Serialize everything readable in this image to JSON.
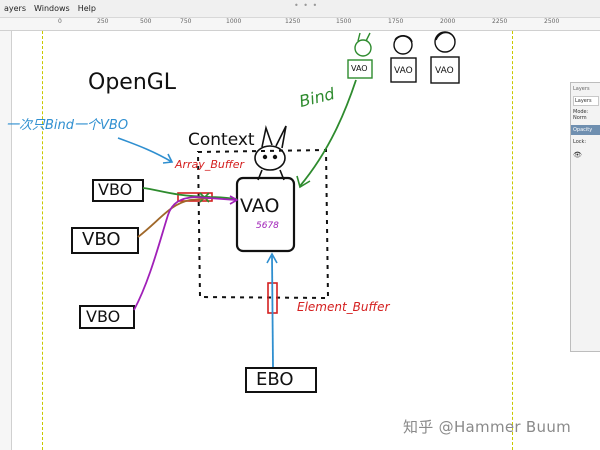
{
  "menu": {
    "items": [
      "ayers",
      "Windows",
      "Help"
    ],
    "grip": "• • •"
  },
  "ruler": {
    "labels": [
      "0",
      "250",
      "500",
      "750",
      "1000",
      "1250",
      "1500",
      "1750",
      "2000",
      "2250",
      "2500"
    ]
  },
  "drawing": {
    "title": "OpenGL",
    "context_label": "Context",
    "annotation": "一次只Bind一个VBO",
    "bind_label": "Bind",
    "array_buffer_label": "Array_Buffer",
    "element_buffer_label": "Element_Buffer",
    "vbo_labels": [
      "VBO",
      "VBO",
      "VBO"
    ],
    "vao_label": "VAO",
    "vao_numbers": "5678",
    "ebo_label": "EBO",
    "vao_icon_labels": [
      "VAO",
      "VAO",
      "VAO"
    ]
  },
  "layers_panel": {
    "title": "Layers",
    "tab": "Layers",
    "mode_label": "Mode: Norm",
    "opacity_label": "Opacity",
    "lock_label": "Lock:",
    "eye": "👁"
  },
  "watermark": "知乎 @Hammer Buum",
  "colors": {
    "ink": "#111111",
    "blue": "#2f8fd0",
    "green": "#2e8b2e",
    "red": "#d42020",
    "purple": "#a020b8",
    "brown": "#a0682a",
    "guide": "#c8c800"
  }
}
